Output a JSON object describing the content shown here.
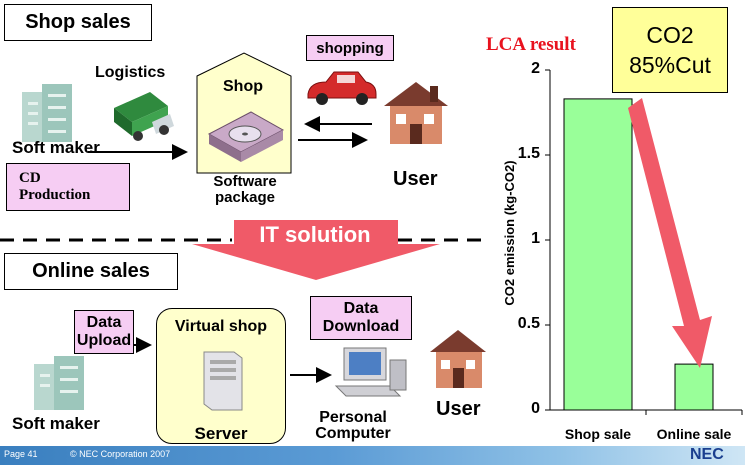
{
  "title_shop": "Shop sales",
  "title_online": "Online sales",
  "logistics": "Logistics",
  "shop": "Shop",
  "shopping": "shopping",
  "soft_maker_top": "Soft maker",
  "cd_production_1": "CD",
  "cd_production_2": "Production",
  "software_package_1": "Software",
  "software_package_2": "package",
  "user_top": "User",
  "it_solution": "IT solution",
  "data_upload_1": "Data",
  "data_upload_2": "Upload",
  "virtual_shop": "Virtual shop",
  "server": "Server",
  "data_download_1": "Data",
  "data_download_2": "Download",
  "personal_computer_1": "Personal",
  "personal_computer_2": "Computer",
  "soft_maker_bottom": "Soft maker",
  "user_bottom": "User",
  "lca_result": "LCA result",
  "co2_cut_1": "CO2",
  "co2_cut_2": "85%Cut",
  "footer_page": "Page 41",
  "footer_copy": "© NEC Corporation 2007",
  "footer_logo": "NEC",
  "colors": {
    "bar": "#99ff99",
    "arrow": "#f05a68",
    "pink": "#f6cdf3",
    "callout": "#ffff99"
  },
  "chart_data": {
    "type": "bar",
    "categories": [
      "Shop sale",
      "Online sale"
    ],
    "values": [
      1.83,
      0.27
    ],
    "ylabel": "CO2 emission (kg-CO2)",
    "ylim": [
      0,
      2
    ],
    "yticks": [
      "0",
      "0.5",
      "1",
      "1.5",
      "2"
    ],
    "grid": false
  }
}
